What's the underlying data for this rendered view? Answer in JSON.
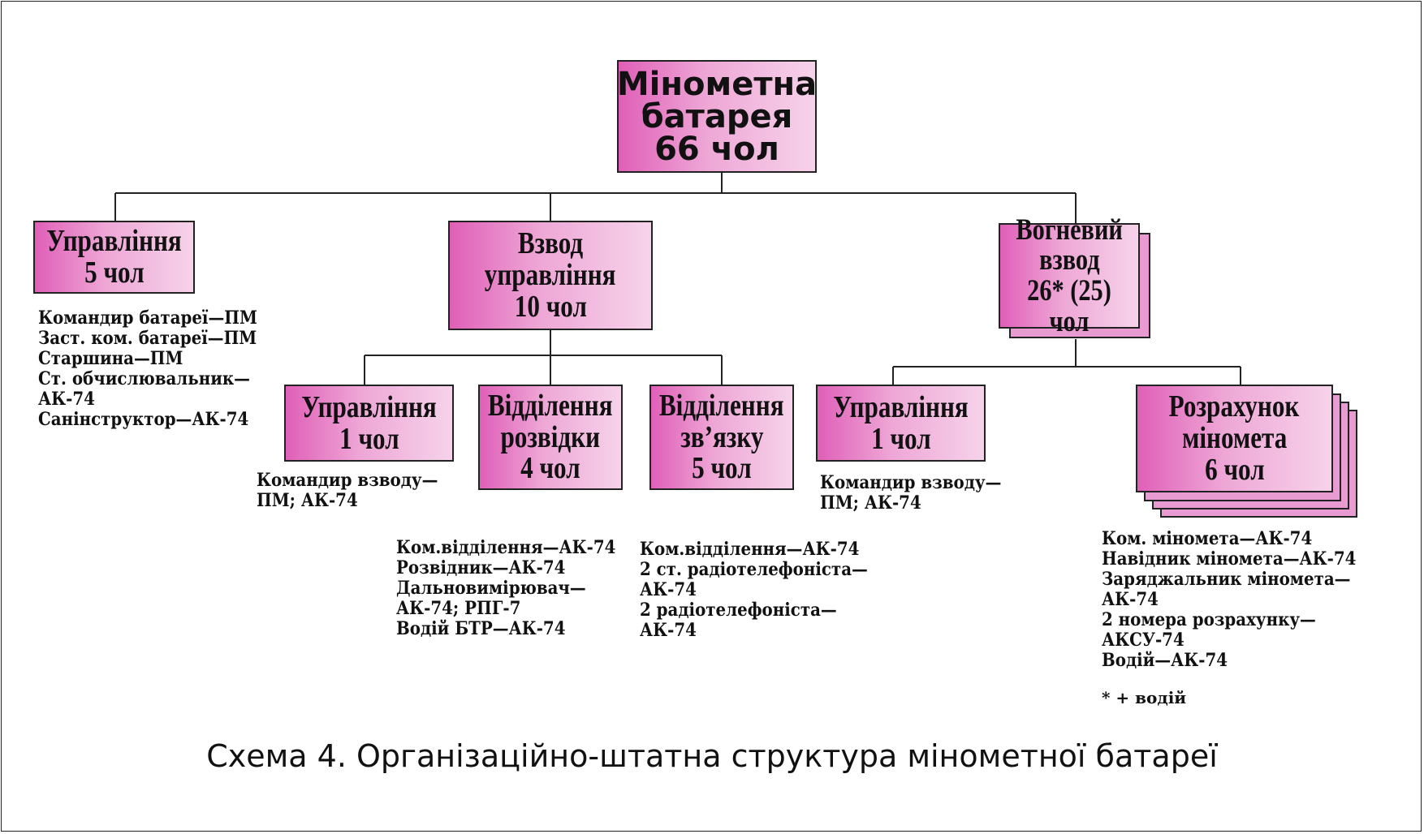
{
  "root": {
    "lines": [
      "Мінометна",
      "батарея",
      "66 чол"
    ]
  },
  "upravlinnia": {
    "lines": [
      "Управління",
      "5 чол"
    ],
    "staff": [
      "Командир батареї—ПМ",
      "Заст. ком. батареї—ПМ",
      "Старшина—ПМ",
      "Ст. обчислювальник—",
      "АК-74",
      "Санінструктор—АК-74"
    ]
  },
  "vzvod_upr": {
    "lines": [
      "Взвод",
      "управління",
      "10 чол"
    ],
    "children": {
      "upr": {
        "lines": [
          "Управління",
          "1 чол"
        ],
        "staff": [
          "Командир взводу—",
          "ПМ; АК-74"
        ]
      },
      "rozvidka": {
        "lines": [
          "Відділення",
          "розвідки",
          "4 чол"
        ],
        "staff": [
          "Ком.відділення—АК-74",
          "Розвідник—АК-74",
          "Дальновимірювач—",
          "АК-74; РПГ-7",
          "Водій БТР—АК-74"
        ]
      },
      "zviazok": {
        "lines": [
          "Відділення",
          "зв’язку",
          "5 чол"
        ],
        "staff": [
          "Ком.відділення—АК-74",
          "2 ст. радіотелефоніста—",
          "АК-74",
          "2 радіотелефоніста—",
          "АК-74"
        ]
      }
    }
  },
  "vognevyi": {
    "lines": [
      "Вогневий",
      "взвод",
      "26* (25) чол"
    ],
    "children": {
      "upr": {
        "lines": [
          "Управління",
          "1 чол"
        ],
        "staff": [
          "Командир взводу—",
          "ПМ; АК-74"
        ]
      },
      "rozrakhunok": {
        "lines": [
          "Розрахунок",
          "міномета",
          "6 чол"
        ],
        "staff": [
          "Ком. міномета—АК-74",
          "Навідник міномета—АК-74",
          "Заряджальник міномета—",
          "АК-74",
          "2 номера розрахунку—",
          "АКСУ-74",
          "Водій—АК-74"
        ]
      }
    },
    "footnote": "* + водій"
  },
  "caption": "Схема 4. Організаційно-штатна структура мінометної батареї",
  "colors": {
    "box_left": "#e05fb8",
    "box_right": "#f6d3ea",
    "line": "#222222"
  }
}
